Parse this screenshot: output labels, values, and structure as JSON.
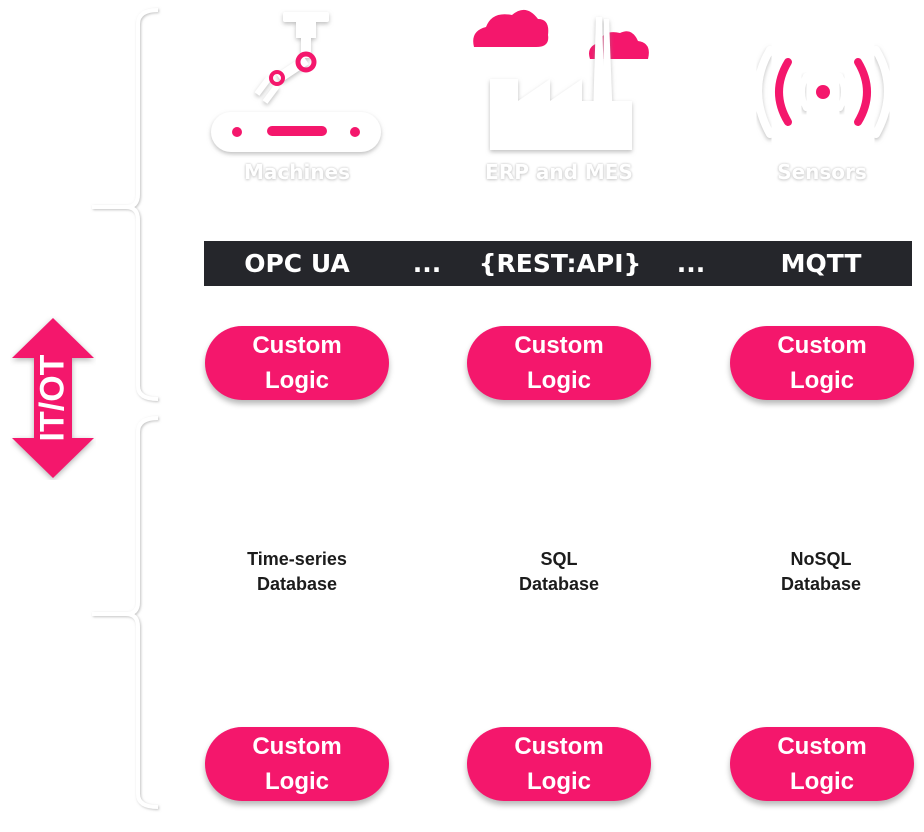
{
  "colors": {
    "accent": "#f4176c",
    "bar": "#25262b",
    "text_dark": "#1c1c1c",
    "icon_fill": "#ffffff"
  },
  "sources": [
    {
      "label": "Machines",
      "icon": "robot-arm-conveyor-icon"
    },
    {
      "label": "ERP and MES",
      "icon": "cloud-factory-icon"
    },
    {
      "label": "Sensors",
      "icon": "wireless-sensor-icon"
    }
  ],
  "protocols": {
    "items": [
      "OPC UA",
      "{REST:API}",
      "MQTT"
    ],
    "separator": "..."
  },
  "custom_logic_label": "Custom\nLogic",
  "databases": [
    "Time-series\nDatabase",
    "SQL\nDatabase",
    "NoSQL\nDatabase"
  ],
  "itot": {
    "label": "IT/OT",
    "icon": "double-arrow-icon"
  }
}
